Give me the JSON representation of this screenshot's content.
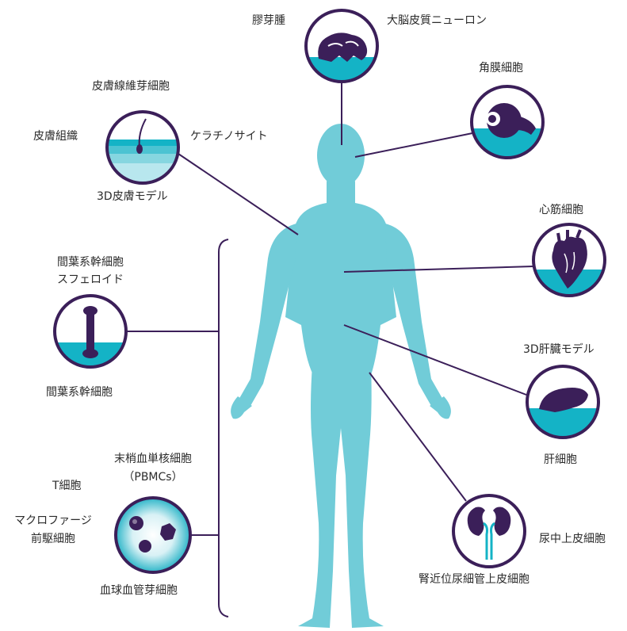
{
  "colors": {
    "body": "#71ccd8",
    "water": "#14b3c6",
    "outline": "#3b1f59",
    "tissue": "#3b1f59",
    "text": "#2b2b2b"
  },
  "labels": {
    "glioma": "膠芽腫",
    "cortical_neuron": "大脳皮質ニューロン",
    "corneal_cell": "角膜細胞",
    "skin_fibroblast": "皮膚線維芽細胞",
    "skin_tissue": "皮膚組織",
    "keratinocyte": "ケラチノサイト",
    "skin_3d_model": "3D皮膚モデル",
    "cardiomyocyte": "心筋細胞",
    "msc_spheroid_line1": "間葉系幹細胞",
    "msc_spheroid_line2": "スフェロイド",
    "msc": "間葉系幹細胞",
    "liver_3d_model": "3D肝臓モデル",
    "hepatocyte": "肝細胞",
    "pbmc_line1": "末梢血単核細胞",
    "pbmc_line2": "（PBMCs）",
    "t_cell": "T細胞",
    "macrophage_line1": "マクロファージ",
    "macrophage_line2": "前駆細胞",
    "blood_endothelial": "血球血管芽細胞",
    "urothelial": "尿中上皮細胞",
    "renal_tubular": "腎近位尿細管上皮細胞"
  },
  "icons": {
    "brain": "brain-icon",
    "eye": "eye-icon",
    "skin": "skin-layers-icon",
    "heart": "heart-icon",
    "bone": "bone-icon",
    "liver": "liver-icon",
    "blood": "blood-cells-icon",
    "kidney": "kidney-icon"
  }
}
